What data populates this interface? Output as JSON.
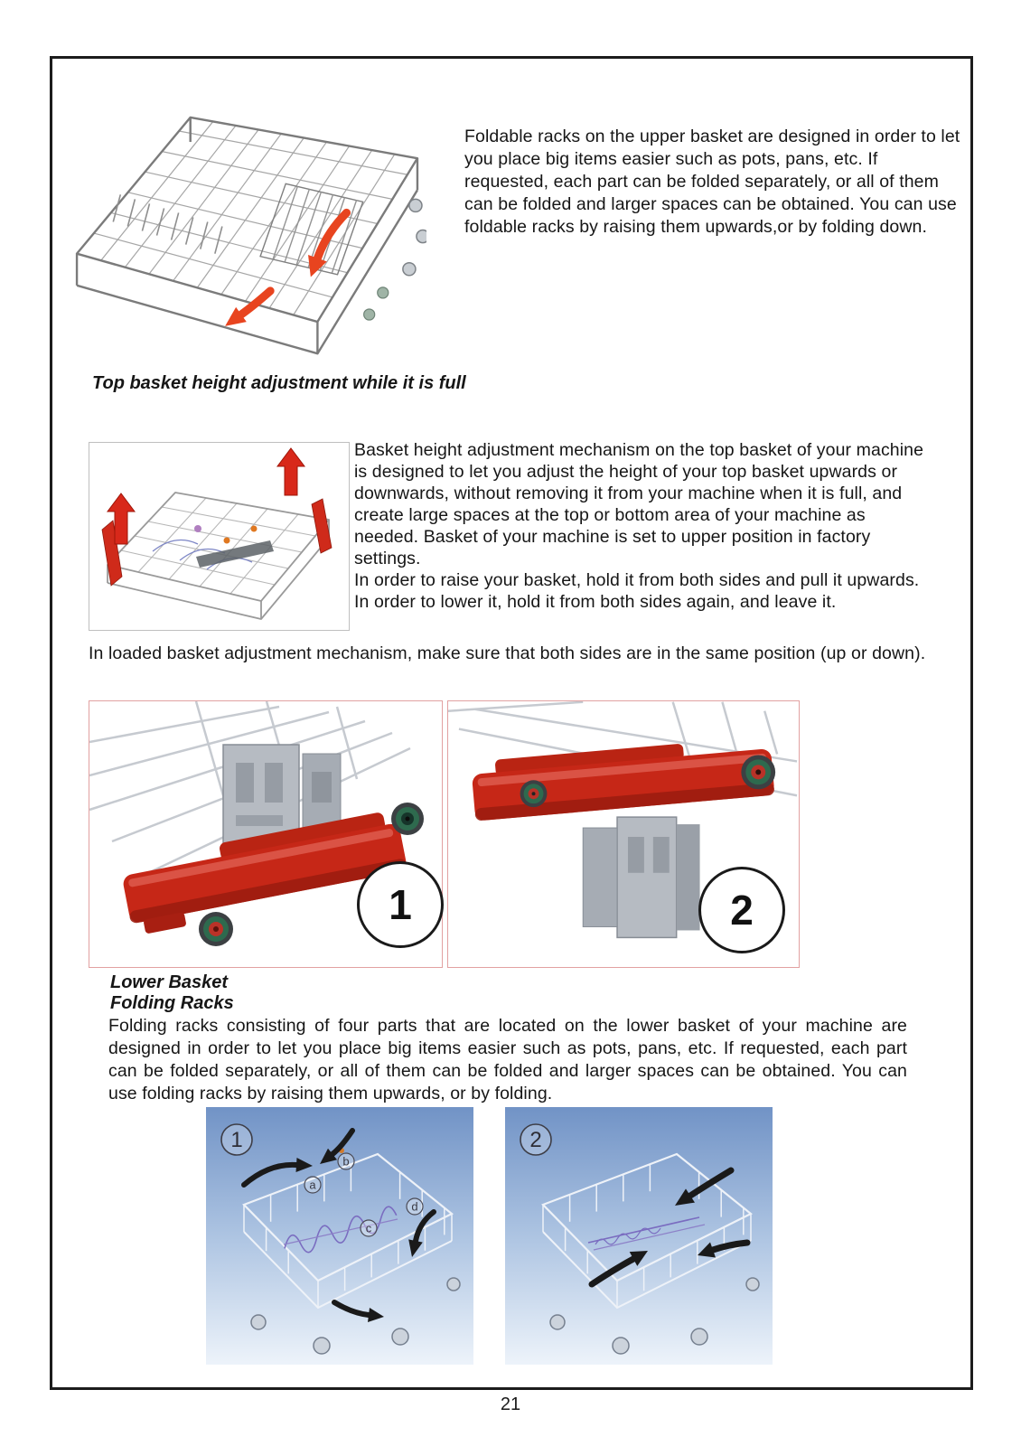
{
  "page_number": "21",
  "upper_rack_section": {
    "paragraph": "Foldable racks on the upper basket are designed in order to let you place big items easier such as pots, pans, etc. If requested, each part can be folded separately, or all of them can be folded and larger spaces can be obtained. You can use foldable racks by raising them upwards,or by folding down."
  },
  "height_adjustment_section": {
    "heading": "Top basket height adjustment while it is full",
    "paragraph_1": "Basket height adjustment mechanism on the top basket of your machine is designed to let you adjust the height of your top basket upwards or downwards, without removing it from your machine when it is full, and create large spaces at the top or bottom area of your machine as needed. Basket of your machine is set to upper position in factory settings.",
    "paragraph_2": "In order to raise your basket, hold it from both sides and pull it upwards. In order to lower it, hold it from both sides again, and leave it.",
    "paragraph_3": "In loaded basket adjustment mechanism, make sure that both sides are in the same position (up or down)."
  },
  "rail_photos": {
    "photo_1_label": "1",
    "photo_2_label": "2"
  },
  "lower_basket_section": {
    "heading_line_1": "Lower Basket",
    "heading_line_2": "Folding Racks",
    "paragraph": "Folding racks consisting of four parts that are located on the lower basket of your machine are designed in order to let you place big items easier such as pots, pans, etc. If requested, each part can be folded separately, or all of them can be folded and larger spaces can be obtained. You can use folding racks by raising them upwards, or by folding."
  },
  "folding_diagrams": {
    "diagram_1_label": "1",
    "diagram_2_label": "2",
    "part_labels": [
      "a",
      "b",
      "c",
      "d"
    ]
  },
  "colors": {
    "rail_red": "#c62717",
    "arrow_red": "#e8441f",
    "photo_border_pink": "#e2a1a1",
    "diagram_blue_top": "#7193c6"
  }
}
